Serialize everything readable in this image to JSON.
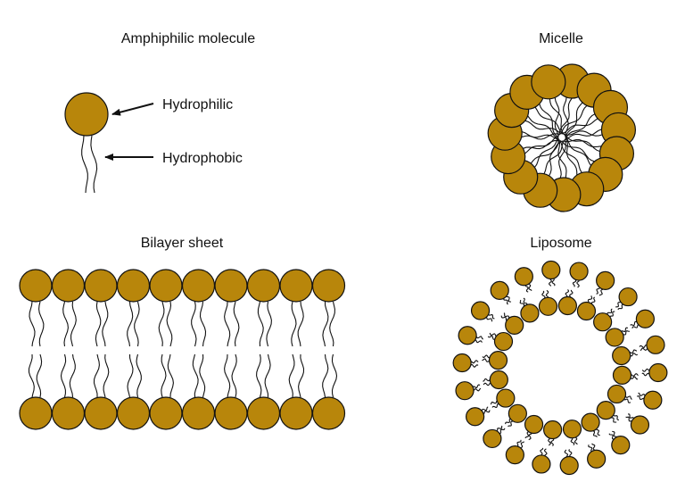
{
  "titles": {
    "amphiphilic": "Amphiphilic molecule",
    "micelle": "Micelle",
    "bilayer": "Bilayer sheet",
    "liposome": "Liposome"
  },
  "labels": {
    "hydrophilic": "Hydrophilic",
    "hydrophobic": "Hydrophobic"
  },
  "colors": {
    "head_fill": "#b8860b",
    "outline": "#111111",
    "background": "#ffffff"
  }
}
